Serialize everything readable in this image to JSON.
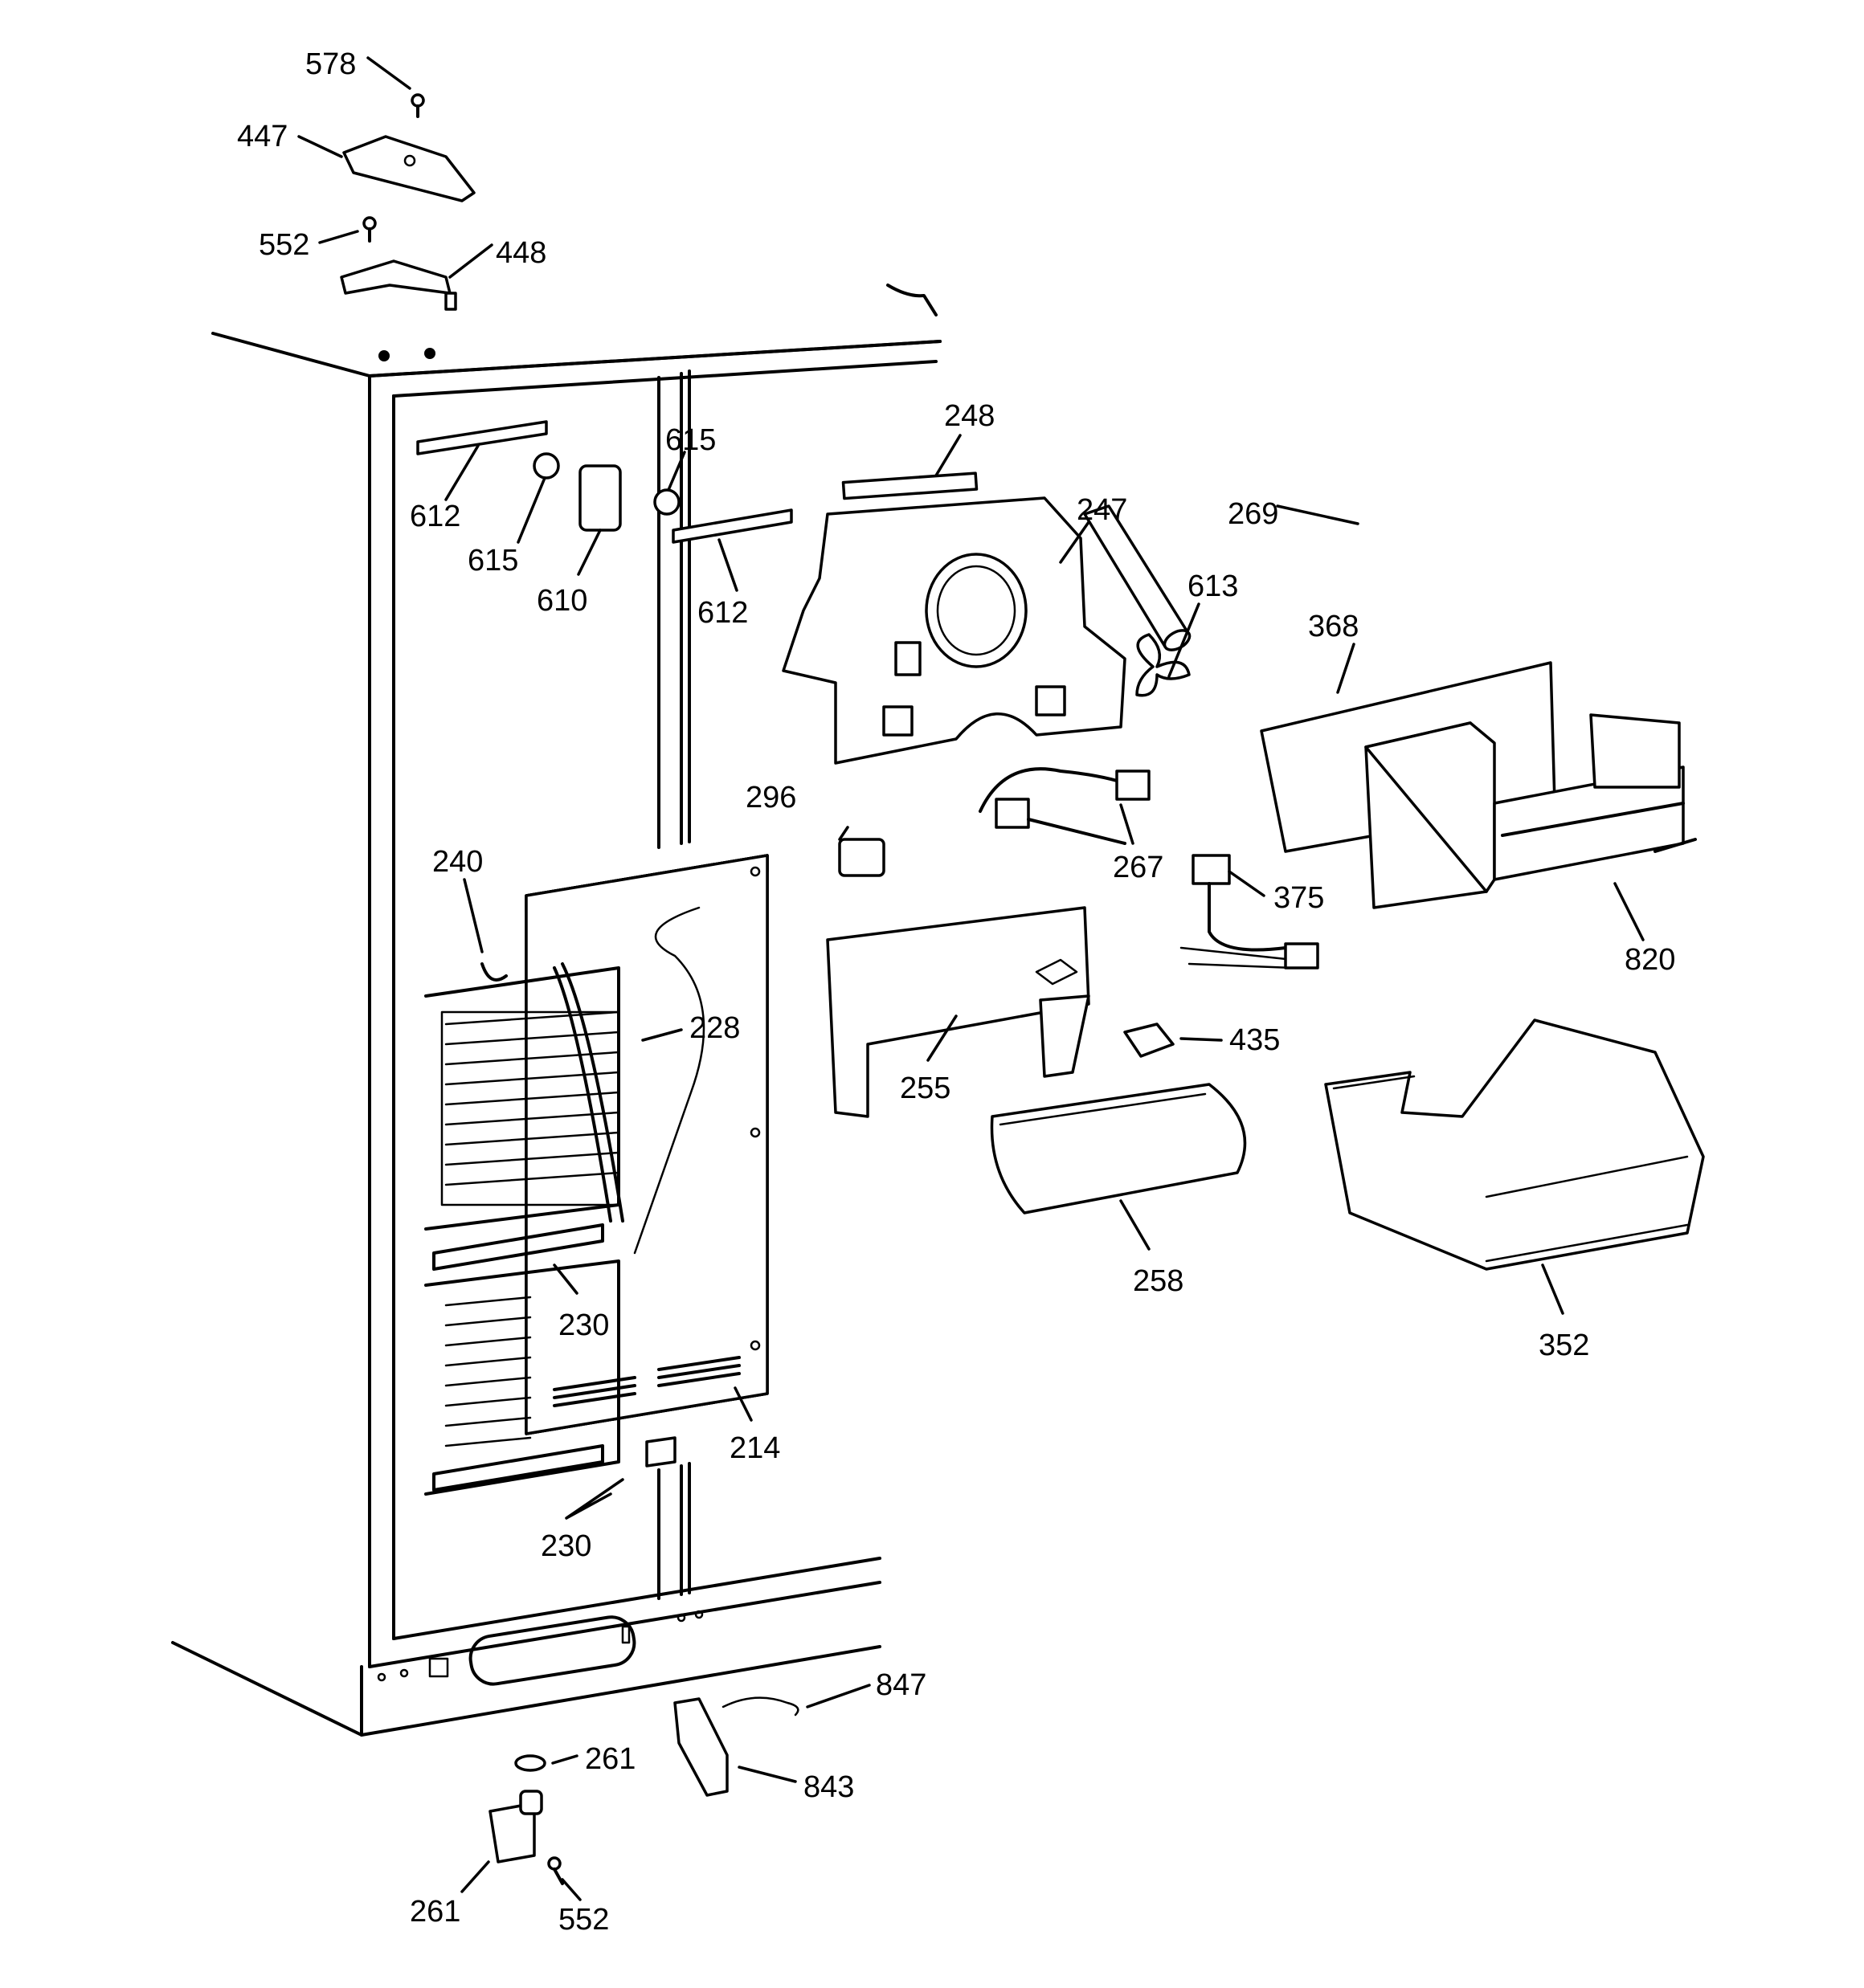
{
  "callouts": [
    {
      "id": "578",
      "label": "578"
    },
    {
      "id": "447",
      "label": "447"
    },
    {
      "id": "552a",
      "label": "552"
    },
    {
      "id": "448",
      "label": "448"
    },
    {
      "id": "612a",
      "label": "612"
    },
    {
      "id": "615a",
      "label": "615"
    },
    {
      "id": "610",
      "label": "610"
    },
    {
      "id": "615b",
      "label": "615"
    },
    {
      "id": "612b",
      "label": "612"
    },
    {
      "id": "248",
      "label": "248"
    },
    {
      "id": "247",
      "label": "247"
    },
    {
      "id": "269",
      "label": "269"
    },
    {
      "id": "613",
      "label": "613"
    },
    {
      "id": "368",
      "label": "368"
    },
    {
      "id": "296",
      "label": "296"
    },
    {
      "id": "267",
      "label": "267"
    },
    {
      "id": "240",
      "label": "240"
    },
    {
      "id": "375",
      "label": "375"
    },
    {
      "id": "820",
      "label": "820"
    },
    {
      "id": "228",
      "label": "228"
    },
    {
      "id": "435",
      "label": "435"
    },
    {
      "id": "255",
      "label": "255"
    },
    {
      "id": "258",
      "label": "258"
    },
    {
      "id": "352",
      "label": "352"
    },
    {
      "id": "230a",
      "label": "230"
    },
    {
      "id": "214",
      "label": "214"
    },
    {
      "id": "230b",
      "label": "230"
    },
    {
      "id": "847",
      "label": "847"
    },
    {
      "id": "261a",
      "label": "261"
    },
    {
      "id": "843",
      "label": "843"
    },
    {
      "id": "261b",
      "label": "261"
    },
    {
      "id": "552b",
      "label": "552"
    }
  ]
}
